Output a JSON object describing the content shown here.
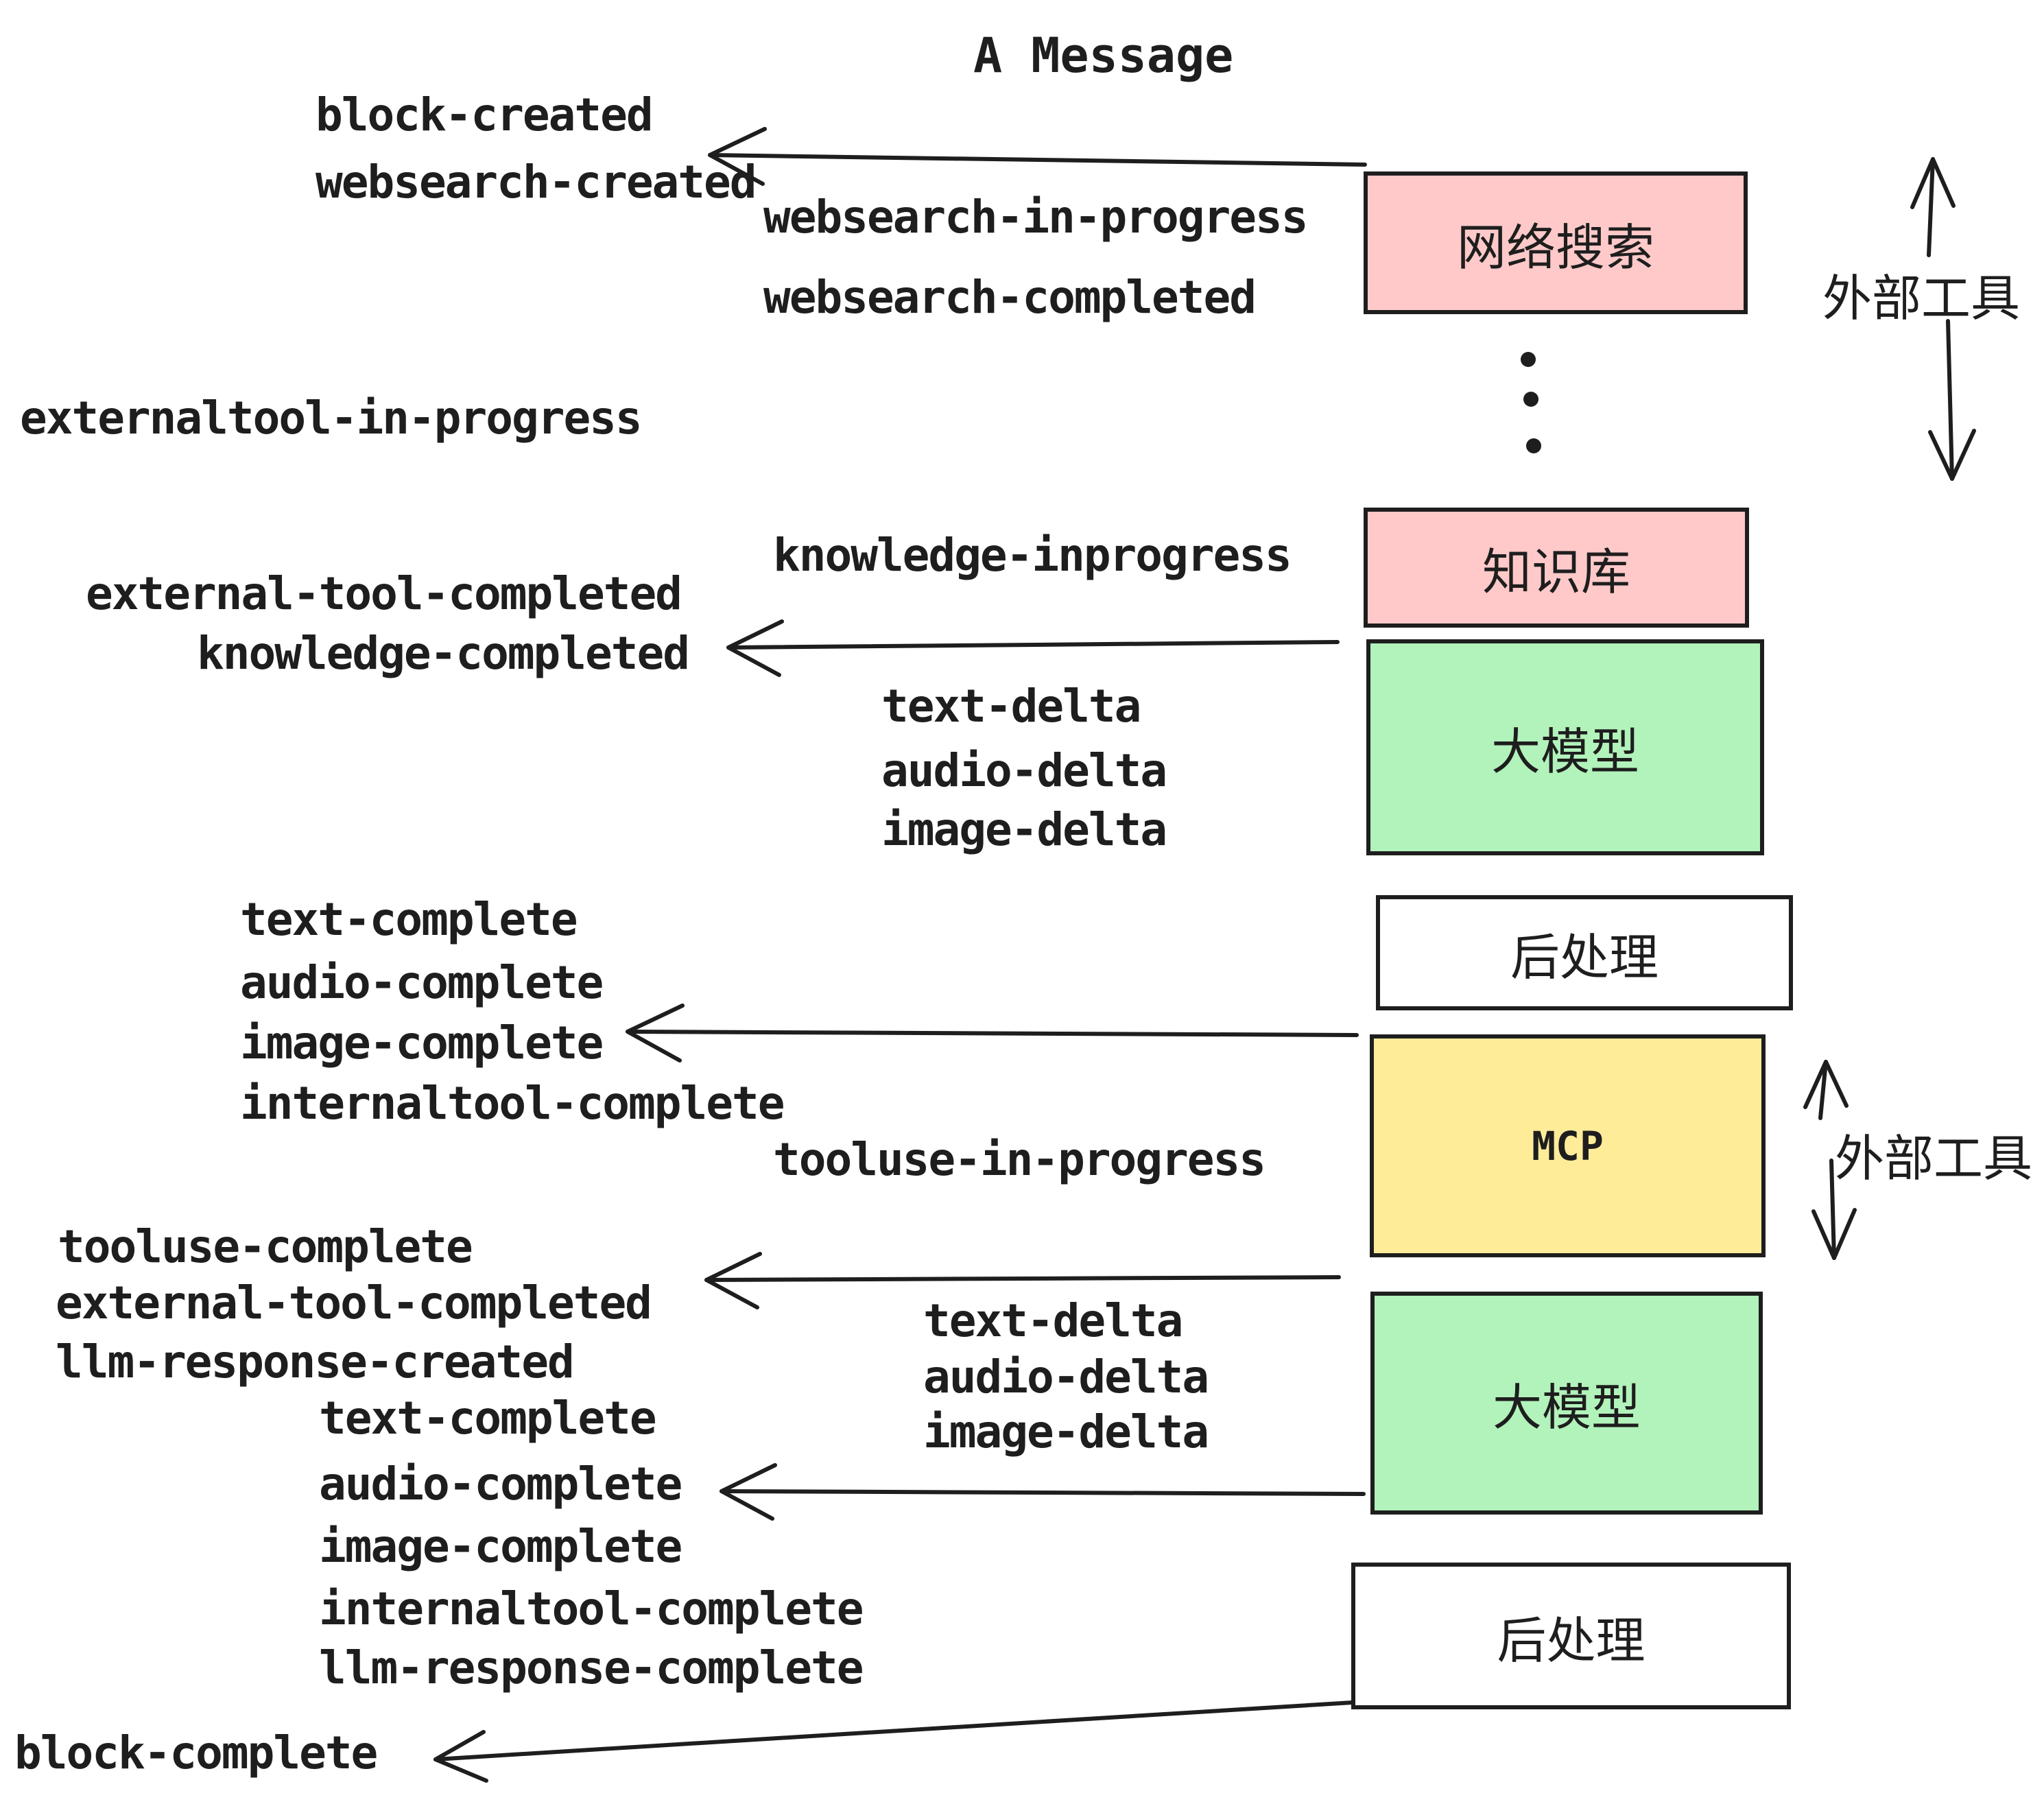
{
  "title": "A Message",
  "colors": {
    "pink": "#ffc9c9",
    "green": "#b2f2bb",
    "yellow": "#ffec99",
    "white": "#ffffff",
    "stroke": "#1e1e1e",
    "background": "#ffffff"
  },
  "boxes": {
    "websearch": {
      "label": "网络搜索",
      "color": "#ffc9c9"
    },
    "knowledge": {
      "label": "知识库",
      "color": "#ffc9c9"
    },
    "llm1": {
      "label": "大模型",
      "color": "#b2f2bb"
    },
    "post1": {
      "label": "后处理",
      "color": "#ffffff"
    },
    "mcp": {
      "label": "MCP",
      "color": "#ffec99"
    },
    "llm2": {
      "label": "大模型",
      "color": "#b2f2bb"
    },
    "post2": {
      "label": "后处理",
      "color": "#ffffff"
    }
  },
  "annotations": {
    "external_tools_1": "外部工具",
    "external_tools_2": "外部工具"
  },
  "events": {
    "block_created": "block-created",
    "websearch_created": "websearch-created",
    "websearch_in_progress": "websearch-in-progress",
    "websearch_completed": "websearch-completed",
    "externaltool_in_progress": "externaltool-in-progress",
    "knowledge_inprogress": "knowledge-inprogress",
    "external_tool_completed_1": "external-tool-completed",
    "knowledge_completed": "knowledge-completed",
    "text_delta_1": "text-delta",
    "audio_delta_1": "audio-delta",
    "image_delta_1": "image-delta",
    "text_complete_1": "text-complete",
    "audio_complete_1": "audio-complete",
    "image_complete_1": "image-complete",
    "internaltool_complete_1": "internaltool-complete",
    "tooluse_in_progress": "tooluse-in-progress",
    "tooluse_complete": "tooluse-complete",
    "external_tool_completed_2": "external-tool-completed",
    "llm_response_created": "llm-response-created",
    "text_complete_2": "text-complete",
    "text_delta_2": "text-delta",
    "audio_delta_2": "audio-delta",
    "image_delta_2": "image-delta",
    "audio_complete_2": "audio-complete",
    "image_complete_2": "image-complete",
    "internaltool_complete_2": "internaltool-complete",
    "llm_response_complete": "llm-response-complete",
    "block_complete": "block-complete"
  }
}
